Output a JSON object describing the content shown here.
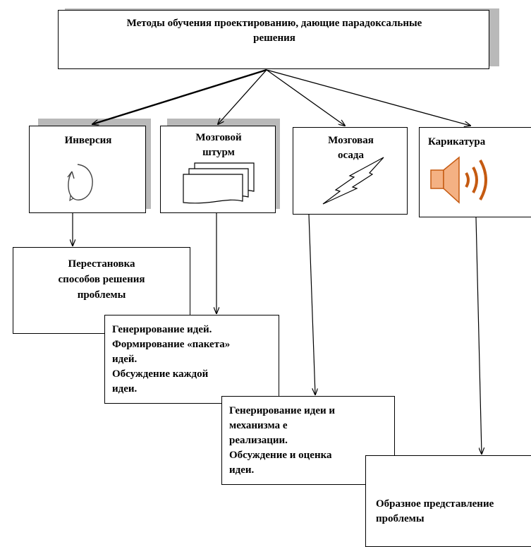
{
  "title": {
    "line1": "Методы обучения проектированию, дающие парадоксальные",
    "line2": "решения"
  },
  "methods": [
    {
      "label": "Инверсия",
      "icon": "circular-arrow-icon"
    },
    {
      "label_line1": "Мозговой",
      "label_line2": "штурм",
      "icon": "stacked-papers-icon"
    },
    {
      "label_line1": "Мозговая",
      "label_line2": "осада",
      "icon": "lightning-bolt-icon"
    },
    {
      "label": "Карикатура",
      "icon": "speaker-icon"
    }
  ],
  "descriptions": {
    "inversion": [
      "Перестановка",
      "способов решения",
      "проблемы"
    ],
    "brainstorm": [
      "Генерирование идей.",
      "Формирование «пакета»",
      "идей.",
      "Обсуждение каждой",
      "идеи."
    ],
    "siege": [
      "Генерирование идеи и",
      "механизма е",
      "реализации.",
      "Обсуждение и оценка",
      "идеи."
    ],
    "caricature": [
      "Образное представление",
      "проблемы"
    ]
  },
  "colors": {
    "speaker_fill": "#f4b183",
    "speaker_stroke": "#c55a11",
    "shadow": "#b9b9b9"
  }
}
